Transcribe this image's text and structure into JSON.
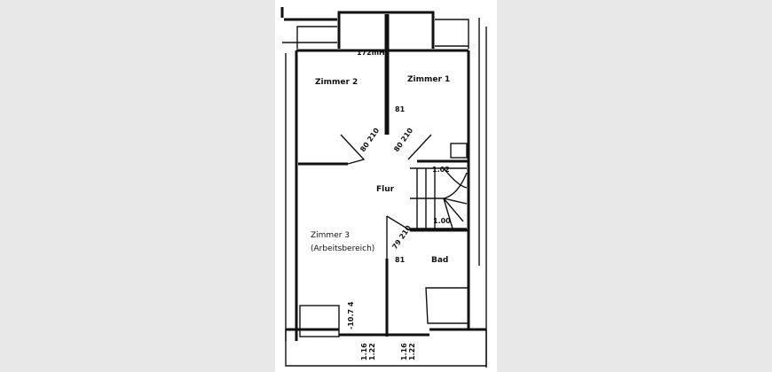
{
  "colors": {
    "background": "#e8e8e8",
    "paper": "#ffffff",
    "ink": "#111111"
  },
  "rooms": {
    "zimmer2": "Zimmer 2",
    "zimmer1": "Zimmer 1",
    "flur": "Flur",
    "zimmer3_line1": "Zimmer 3",
    "zimmer3_line2": "(Arbeitsbereich)",
    "bad": "Bad"
  },
  "dimensions": {
    "top_height": "172mH",
    "door_zimmer1_width": "81",
    "door_zimmer2": "80 210",
    "door_zimmer1": "80 210",
    "stair_top": "1.02",
    "stair_bottom": "1.00",
    "door_bad": "79 210",
    "door_bad_width": "81",
    "window_left": "-10.7 4",
    "bottom_left_a": "1.16",
    "bottom_left_b": "1.22",
    "bottom_right_a": "1.16",
    "bottom_right_b": "1.22"
  }
}
